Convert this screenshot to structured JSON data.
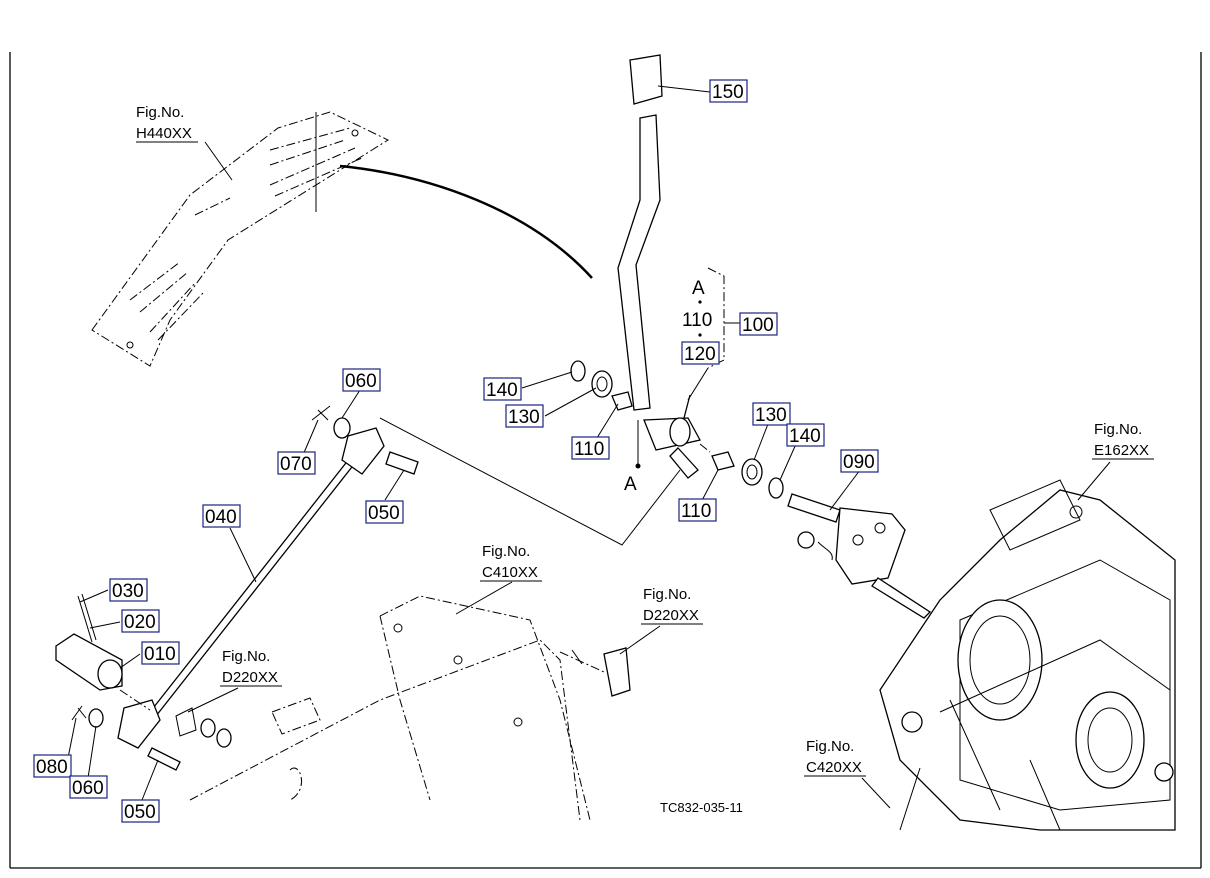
{
  "parts": [
    {
      "id": "p150",
      "label": "150"
    },
    {
      "id": "p100",
      "label": "100"
    },
    {
      "id": "p120",
      "label": "120"
    },
    {
      "id": "p060a",
      "label": "060"
    },
    {
      "id": "p140a",
      "label": "140"
    },
    {
      "id": "p130a",
      "label": "130"
    },
    {
      "id": "p110a",
      "label": "110"
    },
    {
      "id": "p070",
      "label": "070"
    },
    {
      "id": "p050a",
      "label": "050"
    },
    {
      "id": "p130b",
      "label": "130"
    },
    {
      "id": "p140b",
      "label": "140"
    },
    {
      "id": "p090",
      "label": "090"
    },
    {
      "id": "p110b",
      "label": "110"
    },
    {
      "id": "p040",
      "label": "040"
    },
    {
      "id": "p030",
      "label": "030"
    },
    {
      "id": "p020",
      "label": "020"
    },
    {
      "id": "p010",
      "label": "010"
    },
    {
      "id": "p080",
      "label": "080"
    },
    {
      "id": "p060b",
      "label": "060"
    },
    {
      "id": "p050b",
      "label": "050"
    }
  ],
  "figure_refs": [
    {
      "id": "h440",
      "caption": "Fig.No.",
      "code": "H440XX"
    },
    {
      "id": "e162",
      "caption": "Fig.No.",
      "code": "E162XX"
    },
    {
      "id": "c410",
      "caption": "Fig.No.",
      "code": "C410XX"
    },
    {
      "id": "d220a",
      "caption": "Fig.No.",
      "code": "D220XX"
    },
    {
      "id": "d220b",
      "caption": "Fig.No.",
      "code": "D220XX"
    },
    {
      "id": "c420",
      "caption": "Fig.No.",
      "code": "C420XX"
    }
  ],
  "bracket": {
    "top": "A",
    "middle": "110",
    "bottom": "120"
  },
  "point_labels": {
    "a_marker": "A"
  },
  "drawing_code": "TC832-035-11"
}
